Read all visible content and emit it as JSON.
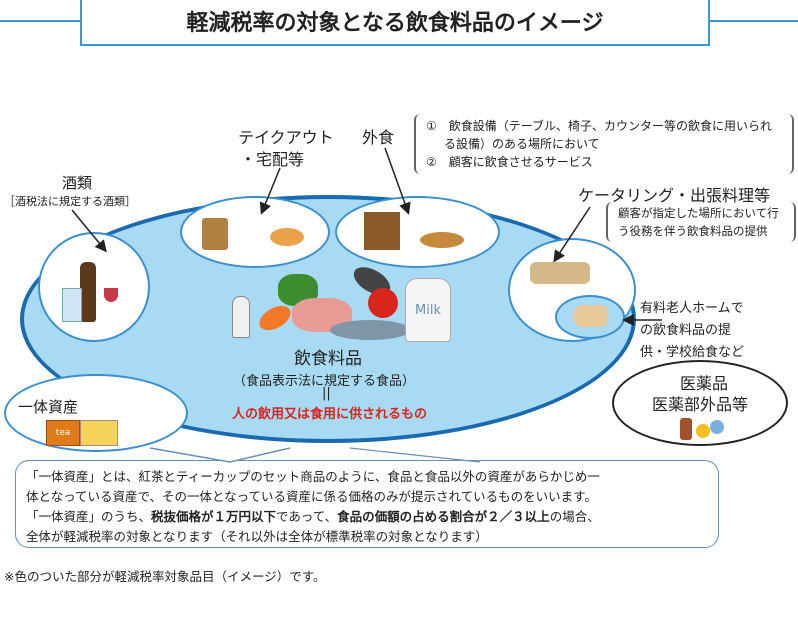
{
  "title": "軽減税率の対象となる飲食料品のイメージ",
  "alcohol": {
    "label": "酒類",
    "note": "［酒税法に規定する酒類］"
  },
  "takeout": {
    "line1": "テイクアウト",
    "line2": "・宅配等"
  },
  "eat_in": {
    "label": "外食",
    "item1": "①　飲食設備（テーブル、椅子、カウンター等の飲食に用いられ",
    "item1b": "る設備）のある場所において",
    "item2": "②　顧客に飲食させるサービス"
  },
  "catering": {
    "label": "ケータリング・出張料理等",
    "note1": "顧客が指定した場所において行",
    "note2": "う役務を伴う飲食料品の提供"
  },
  "elderly": {
    "line1": "有料老人ホームで",
    "line2": "の飲食料品の提",
    "line3": "供・学校給食など"
  },
  "food": {
    "label": "飲食料品",
    "sub": "（食品表示法に規定する食品）",
    "equals": "||",
    "definition": "人の飲用又は食用に供されるもの",
    "milk": "Milk"
  },
  "medicine": {
    "line1": "医薬品",
    "line2": "医薬部外品等"
  },
  "integrated": {
    "label": "一体資産",
    "tea": "tea"
  },
  "explanation": {
    "line1": "「一体資産」とは、紅茶とティーカップのセット商品のように、食品と食品以外の資産があらかじめ一",
    "line2": "体となっている資産で、その一体となっている資産に係る価格のみが提示されているものをいいます。",
    "line3a": "「一体資産」のうち、",
    "line3b": "税抜価格が１万円以下",
    "line3c": "であって、",
    "line3d": "食品の価額の占める割合が２／３以上",
    "line3e": "の場合、",
    "line4": "全体が軽減税率の対象となります（それ以外は全体が標準税率の対象となります）"
  },
  "footnote": "※色のついた部分が軽減税率対象品目（イメージ）です。",
  "colors": {
    "ellipse_fill": "#a9daf3",
    "ellipse_border": "#1a6ab0",
    "red": "#e0201a",
    "title_border": "#3a9ad9"
  }
}
